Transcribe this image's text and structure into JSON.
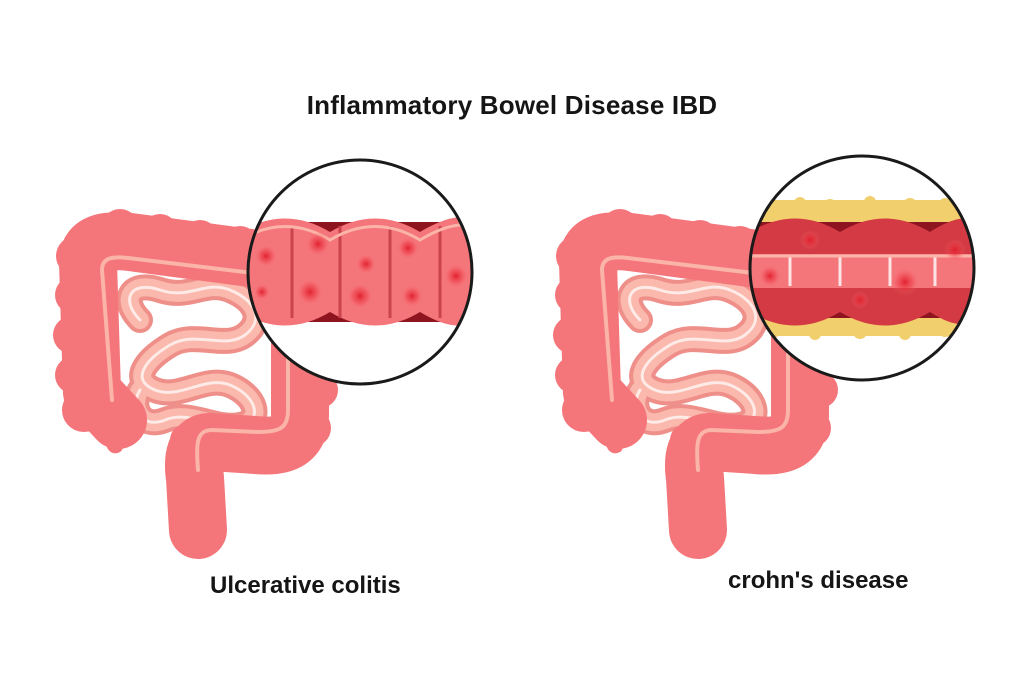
{
  "title": "Inflammatory Bowel Disease IBD",
  "panels": [
    {
      "caption": "Ulcerative colitis"
    },
    {
      "caption": "crohn's disease"
    }
  ],
  "colors": {
    "colon": "#f4757a",
    "colon_highlight": "#fbb4a8",
    "small_intestine": "#fbb8ac",
    "small_intestine_outline": "#ee8f8a",
    "lesion": "#e01e2d",
    "inflamed_wall": "#8e1520",
    "fat_deposits": "#f2cf6d",
    "magnifier_border": "#1a1a1a",
    "text": "#151515"
  }
}
